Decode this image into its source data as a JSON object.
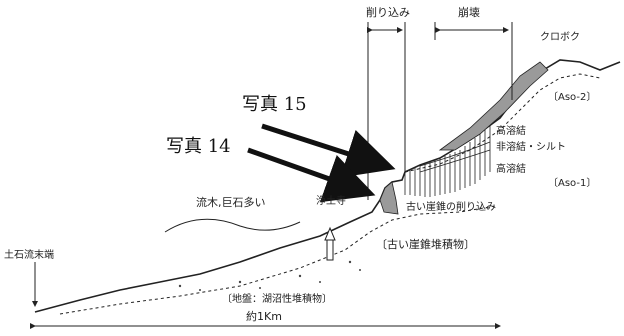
{
  "labels": {
    "cut": "削り込み",
    "collapse": "崩壊",
    "kuroboku": "クロボク",
    "aso2": "〔Aso-2〕",
    "aso1": "〔Aso-1〕",
    "high_welded_upper": "高溶結",
    "non_welded": "非溶結・シルト",
    "high_welded_lower": "高溶結",
    "photo15": "写真 15",
    "photo14": "写真 14",
    "driftwood": "流木,巨石多い",
    "jodoji": "浄土寺",
    "old_talus_cut": "古い崖錐の削り込み",
    "old_talus_deposit": "〔古い崖錐堆積物〕",
    "debris_flow_end": "土石流末端",
    "ground": "〔地盤：湖沼性堆積物〕",
    "distance": "約1Km"
  },
  "colors": {
    "line": "#222222",
    "fill_gray": "#9a9a9a",
    "arrow": "#111111"
  }
}
